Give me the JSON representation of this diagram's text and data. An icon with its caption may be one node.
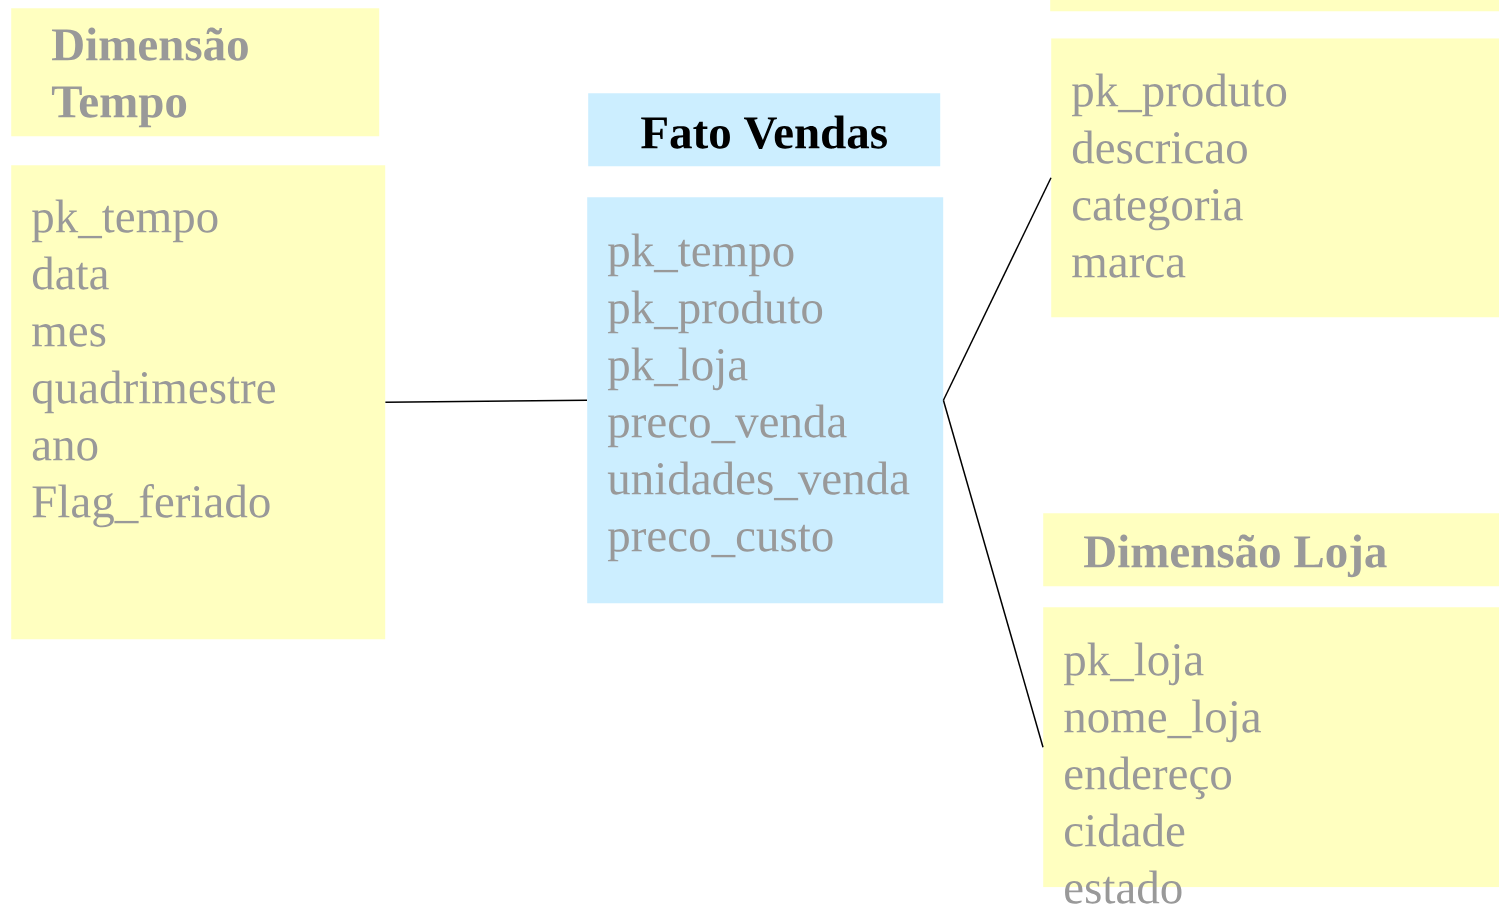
{
  "diagram": {
    "nodes": [
      {
        "text": [
          "Dimensão Tempo"
        ]
      },
      {
        "text": [
          "pk_tempo",
          "data",
          "mes",
          "quadrimestre",
          "ano",
          "Flag_feriado"
        ]
      },
      {
        "text": [
          "Fato Vendas"
        ]
      },
      {
        "text": [
          "pk_tempo",
          "pk_produto",
          "pk_loja",
          "preco_venda",
          "unidades_venda",
          "preco_custo"
        ]
      },
      {
        "text": [],
        "shape": "box"
      },
      {
        "text": [
          "pk_produto",
          "descricao",
          "categoria",
          "marca"
        ]
      },
      {
        "text": [
          "Dimensão Loja"
        ]
      },
      {
        "text": [
          "pk_loja",
          "nome_loja",
          "endereço",
          "cidade",
          "estado"
        ]
      }
    ],
    "edges": [
      {
        "from": 1,
        "to": 3,
        "arrow": "none"
      },
      {
        "from": 3,
        "to": 5,
        "arrow": "none"
      },
      {
        "from": 3,
        "to": 7,
        "arrow": "none"
      }
    ]
  }
}
